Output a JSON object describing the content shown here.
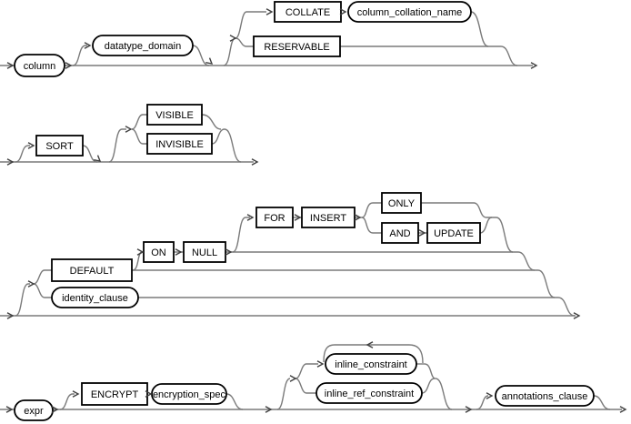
{
  "nodes": {
    "column": "column",
    "datatype_domain": "datatype_domain",
    "collate": "COLLATE",
    "column_collation_name": "column_collation_name",
    "reservable": "RESERVABLE",
    "sort": "SORT",
    "visible": "VISIBLE",
    "invisible": "INVISIBLE",
    "default": "DEFAULT",
    "identity_clause": "identity_clause",
    "on": "ON",
    "null": "NULL",
    "for": "FOR",
    "insert": "INSERT",
    "only": "ONLY",
    "and": "AND",
    "update": "UPDATE",
    "expr": "expr",
    "encrypt": "ENCRYPT",
    "encryption_spec": "encryption_spec",
    "inline_constraint": "inline_constraint",
    "inline_ref_constraint": "inline_ref_constraint",
    "annotations_clause": "annotations_clause"
  },
  "colors": {
    "background": "#ffffff",
    "line": "#7a7a7a",
    "arrow": "#3f3f3f",
    "shape_border": "#000000",
    "shape_fill": "#ffffff",
    "text": "#000000"
  }
}
